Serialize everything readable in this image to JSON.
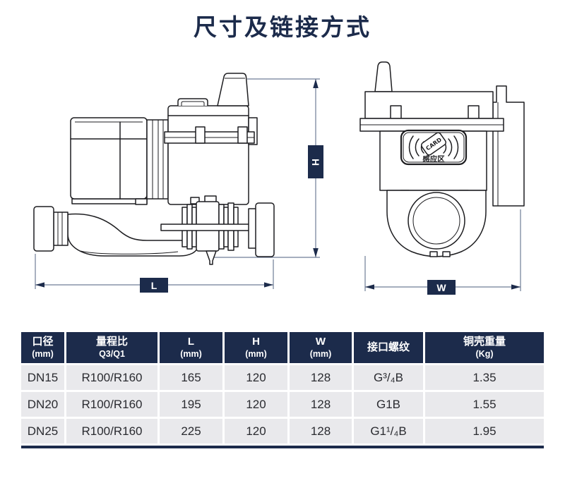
{
  "page": {
    "title": "尺寸及链接方式"
  },
  "colors": {
    "navy": "#1c2b4b",
    "line": "#1d1d20",
    "dimline": "#6f7d96",
    "rowbg": "#e9e9ec"
  },
  "diagram": {
    "h_label": "H",
    "l_label": "L",
    "w_label": "W",
    "card_text": "CARD",
    "sensor_text": "感应区"
  },
  "table": {
    "headers": [
      {
        "line1": "口径",
        "line2": "(mm)"
      },
      {
        "line1": "量程比",
        "line2": "Q3/Q1"
      },
      {
        "line1": "L",
        "line2": "(mm)"
      },
      {
        "line1": "H",
        "line2": "(mm)"
      },
      {
        "line1": "W",
        "line2": "(mm)"
      },
      {
        "line1": "接口螺纹",
        "line2": ""
      },
      {
        "line1": "铜壳重量",
        "line2": "(Kg)"
      }
    ],
    "rows": [
      [
        "DN15",
        "R100/R160",
        "165",
        "120",
        "128",
        "G³/₄B",
        "1.35"
      ],
      [
        "DN20",
        "R100/R160",
        "195",
        "120",
        "128",
        "G1B",
        "1.55"
      ],
      [
        "DN25",
        "R100/R160",
        "225",
        "120",
        "128",
        "G1¹/₄B",
        "1.95"
      ]
    ]
  }
}
